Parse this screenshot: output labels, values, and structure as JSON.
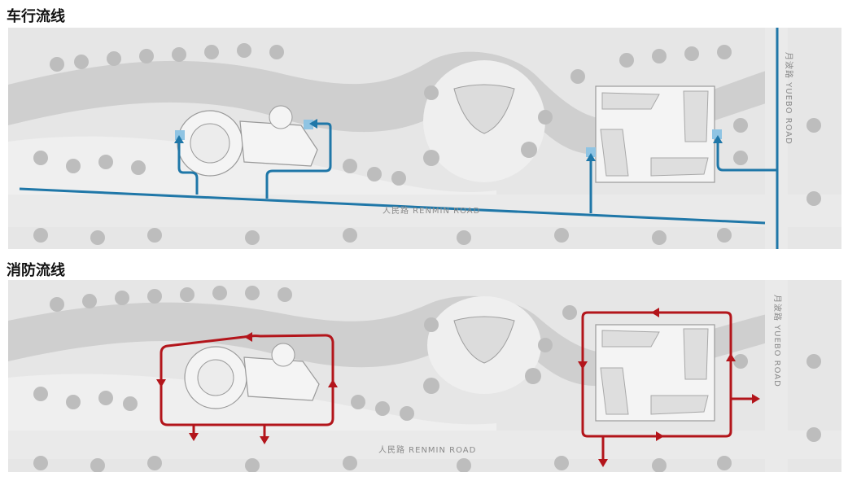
{
  "panels": [
    {
      "title": "车行流线",
      "road_horizontal": "人民路 RENMIN ROAD",
      "road_vertical": "月波路 YUEBO ROAD",
      "flow_color": "#1f77a8"
    },
    {
      "title": "消防流线",
      "road_horizontal": "人民路 RENMIN ROAD",
      "road_vertical": "月波路 YUEBO ROAD",
      "flow_color": "#b3151b"
    }
  ],
  "colors": {
    "map_background": "#e6e6e6",
    "river": "#cfcfcf",
    "green_area": "#efefef",
    "tree": "#bdbdbd",
    "building": "#f4f4f4",
    "entrance_marker": "#8fc4e3"
  }
}
